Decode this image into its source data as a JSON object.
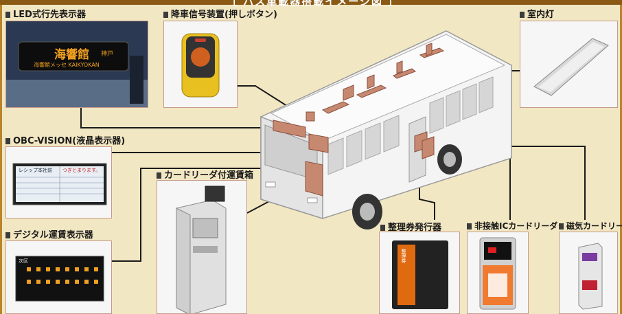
{
  "header": {
    "title": "［ バス車載器搭載イメージ図 ］"
  },
  "labels": {
    "led_destination": "LED式行先表示器",
    "alight_signal": "降車信号装置(押しボタン)",
    "room_light": "室内灯",
    "obc_vision": "OBC-VISION(液晶表示器)",
    "card_fare_box": "カードリーダ付運賃箱",
    "digital_fare_display": "デジタル運賃表示器",
    "ticket_issuer": "整理券発行器",
    "ic_reader": "非接触ICカードリーダ",
    "magnetic_reader": "磁気カードリーダ"
  },
  "led_sign": {
    "main": "海響館",
    "sub": "神戸",
    "line2": "海響館メッセ KAIKYOKAN"
  },
  "obc_screen": {
    "left_header": "レシップ本社前",
    "right_header": "つぎとまります。"
  },
  "fare_screen": {
    "header": "次区"
  },
  "ticket_machine": {
    "label": "整理券"
  },
  "colors": {
    "accent": "#b9842a",
    "device_block": "#c78870",
    "line": "#1a1a1a"
  }
}
